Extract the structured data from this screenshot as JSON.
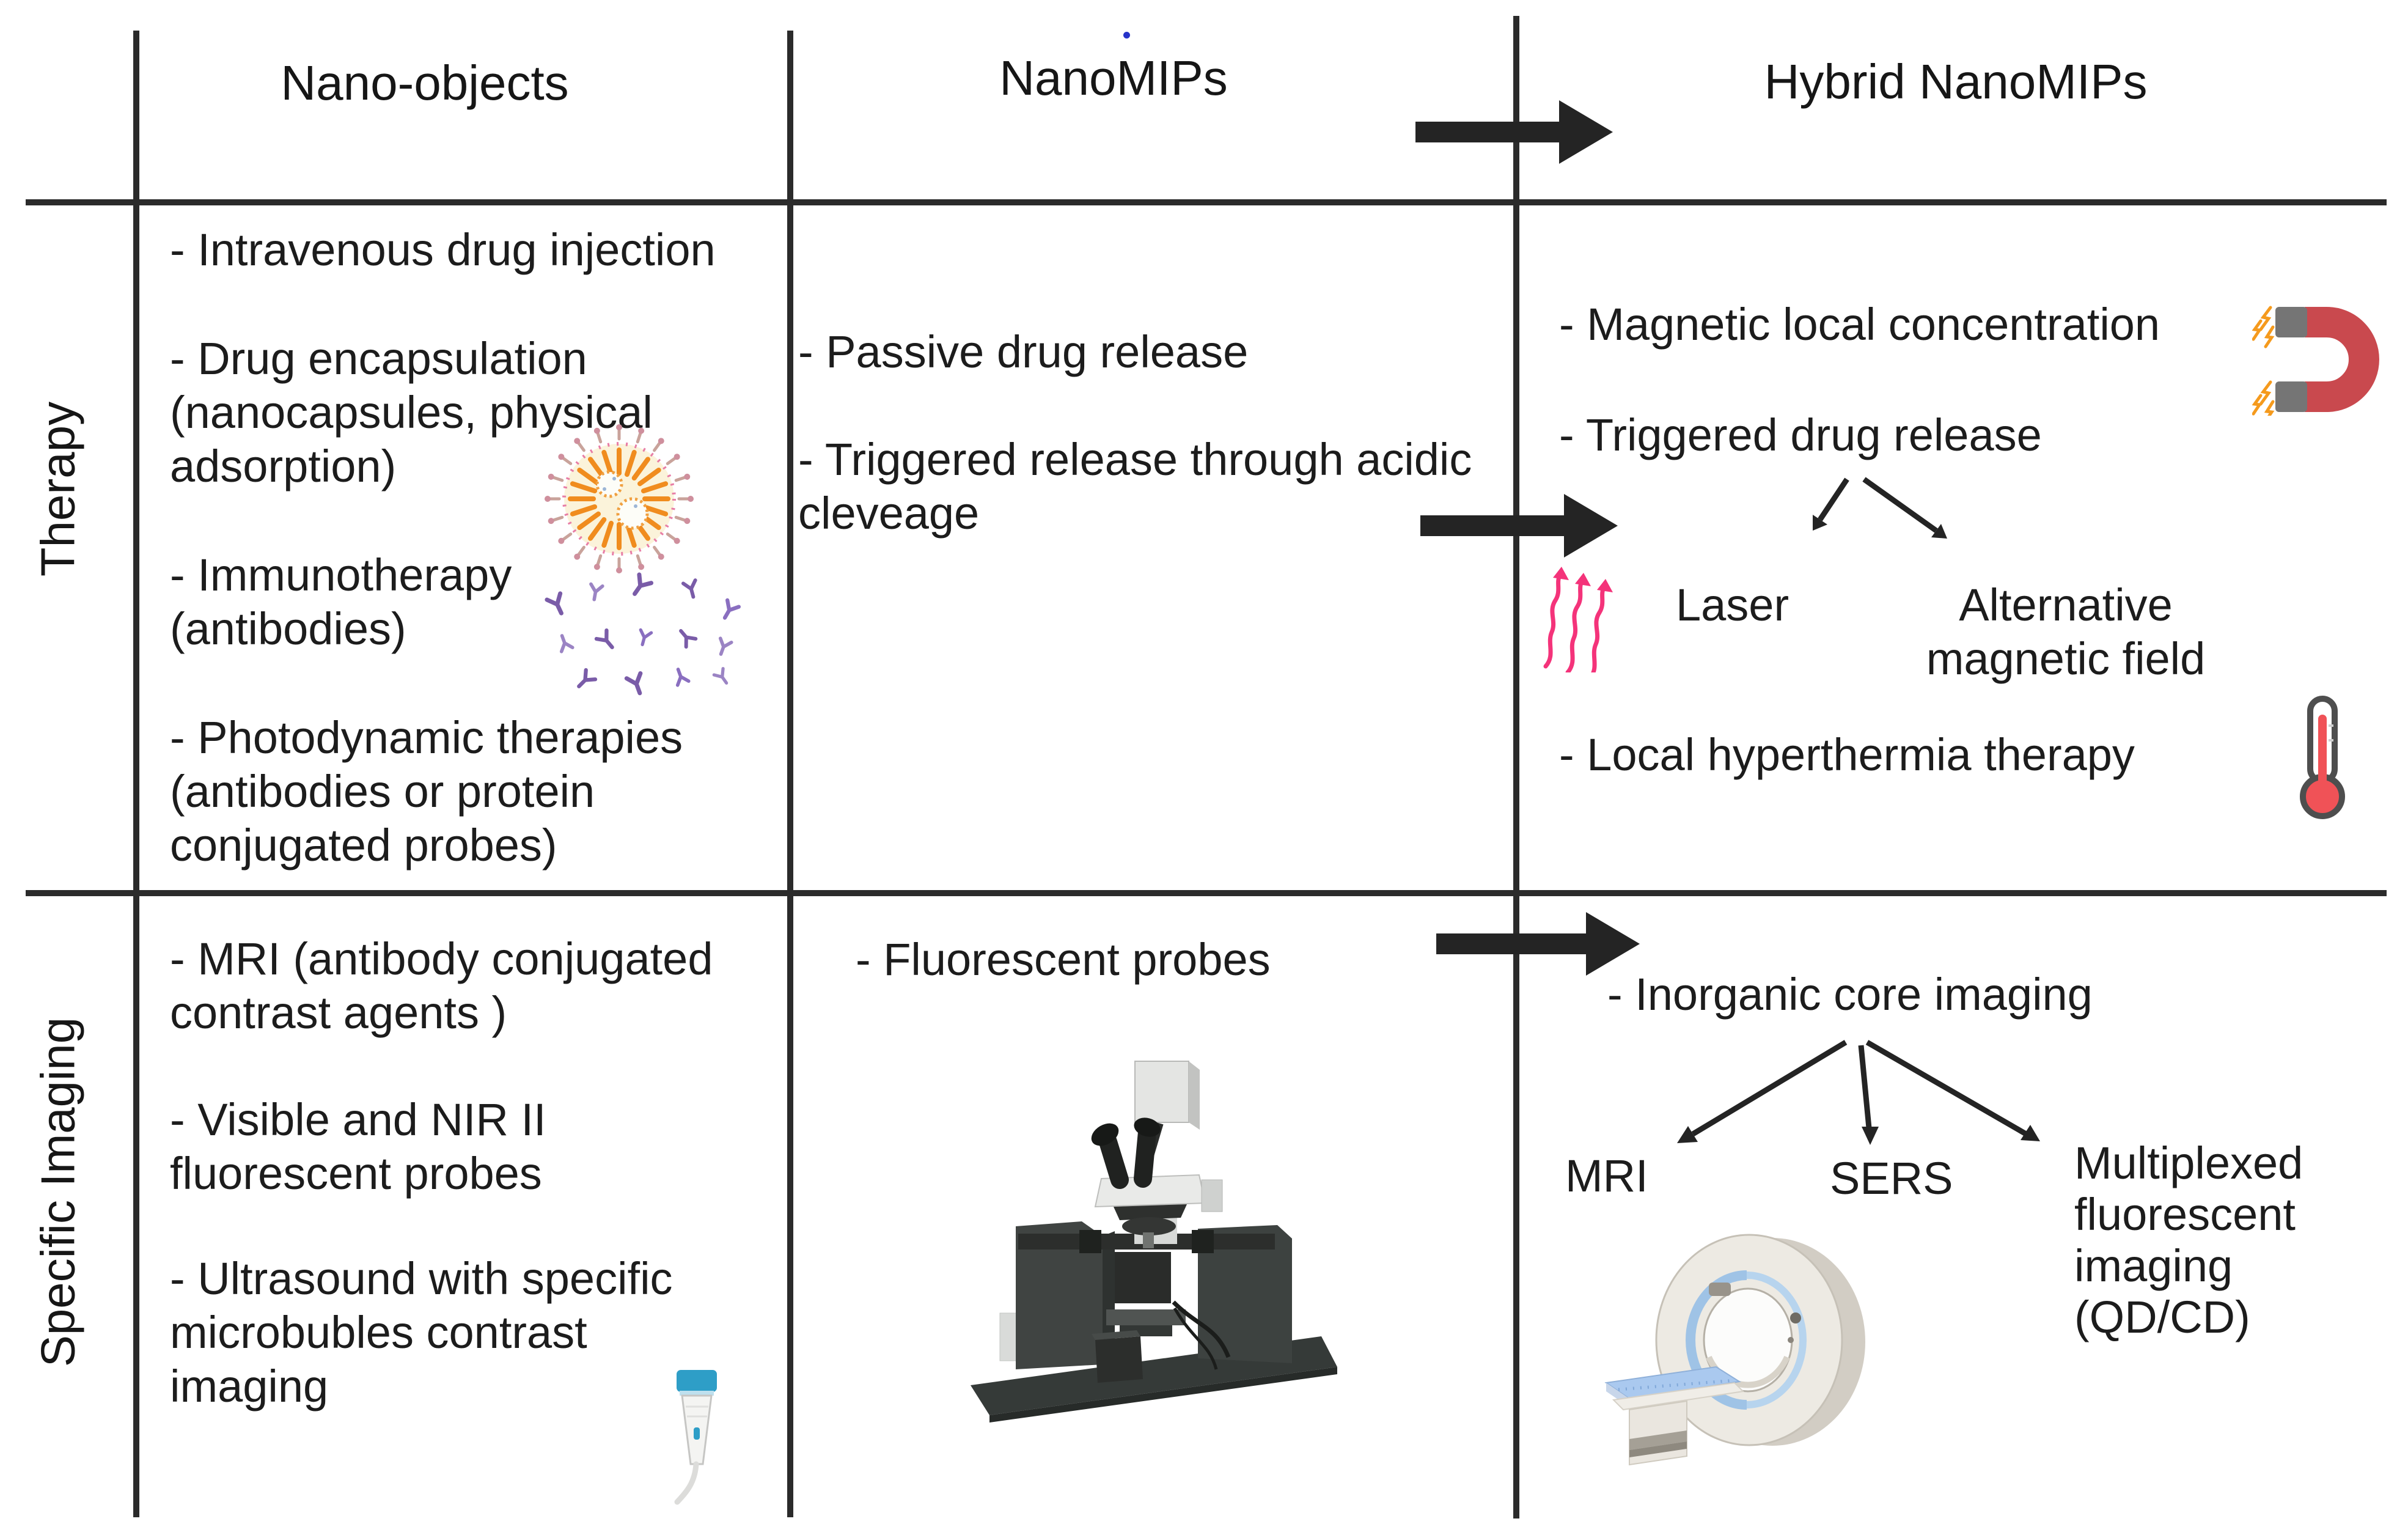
{
  "header": {
    "col1": "Nano-objects",
    "col2": "NanoMIPs",
    "col3": "Hybrid NanoMIPs"
  },
  "row_labels": {
    "therapy": "Therapy",
    "imaging": "Specific Imaging"
  },
  "therapy": {
    "c1": [
      "- Intravenous drug injection",
      "- Drug encapsulation",
      "(nanocapsules, physical",
      "adsorption)",
      "- Immunotherapy",
      "(antibodies)",
      "- Photodynamic therapies",
      "(antibodies or protein",
      "conjugated probes)"
    ],
    "c2": [
      "- Passive drug release",
      "- Triggered release through acidic",
      "cleveage"
    ],
    "c3": {
      "magnetic": "- Magnetic local concentration",
      "triggered": "- Triggered drug release",
      "laser": "Laser",
      "alt1": "Alternative",
      "alt2": "magnetic field",
      "hyperthermia": "-  Local hyperthermia therapy"
    }
  },
  "imaging": {
    "c1": [
      "- MRI (antibody conjugated",
      "contrast agents )",
      "- Visible and NIR II",
      "fluorescent probes",
      "- Ultrasound with specific",
      "microbubles contrast",
      "imaging"
    ],
    "c2": [
      "- Fluorescent probes"
    ],
    "c3": {
      "inorganic": "- Inorganic core imaging",
      "mri": "MRI",
      "sers": "SERS",
      "multiplexed": [
        "Multiplexed",
        "fluorescent",
        "imaging",
        "(QD/CD)"
      ]
    }
  },
  "icons": {
    "top_arrow": "right-arrow-icon",
    "therapy_arrow": "right-arrow-icon",
    "imaging_arrow": "right-arrow-icon",
    "branch_v": "branch-arrows-icon",
    "branch_three": "branch-arrows-icon",
    "magnet": "horseshoe-magnet-icon",
    "laser": "laser-beams-icon",
    "thermometer": "thermometer-icon",
    "liposome": "drug-nanocapsule-icon",
    "antibodies": "antibody-cluster-icon",
    "microscope": "fluorescence-microscope-icon",
    "ultrasound": "ultrasound-probe-icon",
    "mri_machine": "mri-scanner-icon",
    "blue_dot": "blue-dot"
  },
  "colors": {
    "text": "#1c1c1c",
    "line": "#2b2b2b",
    "arrow": "#242424",
    "magnet_red": "#c9494e",
    "magnet_tip_gray": "#757575",
    "spark_orange": "#f59a1d",
    "laser_pink": "#f4337a",
    "thermometer_red": "#f05257",
    "antibody_purple": "#7a5ca8",
    "liposome_orange": "#f08c1e",
    "liposome_rim_pink": "#e87ea6",
    "liposome_fill": "#fbf3da",
    "ultrasound_blue": "#2e9ec7",
    "mri_beige": "#edeae3",
    "mri_bed_blue": "#aac9ef",
    "nanomips_dot_blue": "#2633c9"
  }
}
